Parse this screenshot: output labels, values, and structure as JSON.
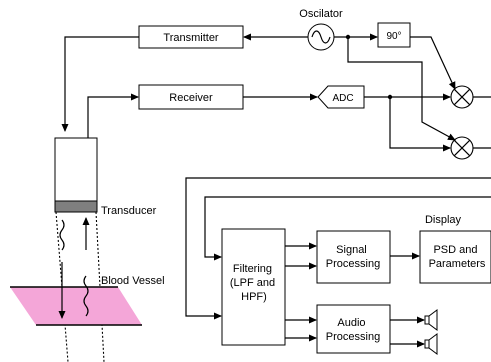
{
  "labels": {
    "oscillator": "Oscilator",
    "phase_shift": "90°",
    "transmitter": "Transmitter",
    "receiver": "Receiver",
    "adc": "ADC",
    "transducer": "Transducer",
    "blood_vessel": "Blood Vessel",
    "display": "Display",
    "filtering": [
      "Filtering",
      "(LPF and",
      "HPF)"
    ],
    "signal_processing": [
      "Signal",
      "Processing"
    ],
    "audio_processing": [
      "Audio",
      "Processing"
    ],
    "psd": [
      "PSD and",
      "Parameters"
    ]
  },
  "colors": {
    "vessel": "#f4a6d8",
    "transducer_face": "#7f7f7f",
    "line": "#000000"
  },
  "icons": [
    "sine-wave-icon",
    "multiplier-icon",
    "speaker-icon"
  ]
}
